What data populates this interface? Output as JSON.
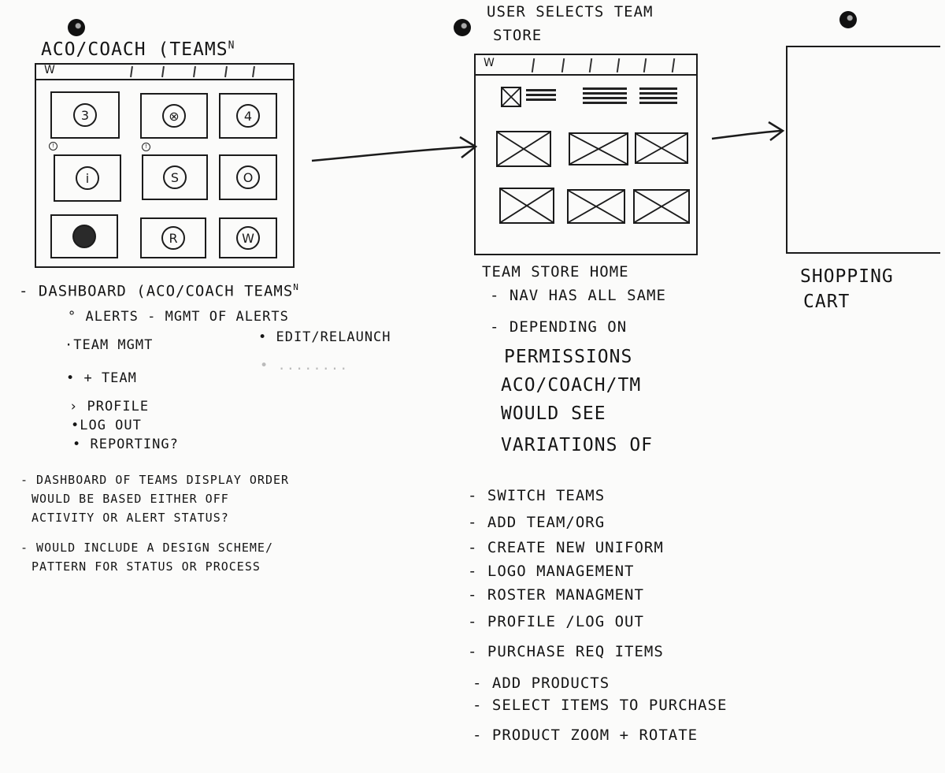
{
  "left": {
    "title": "ACO/COACH (TEAMS",
    "title_sup": "N",
    "browser_w": "W",
    "tiles": [
      "3",
      "⊗",
      "4",
      "i",
      "S",
      "O",
      "",
      "R",
      "W"
    ],
    "bullets": {
      "heading": "- DASHBOARD (ACO/COACH TEAMS",
      "heading_sup": "N",
      "alerts": "° ALERTS - MGMT OF ALERTS",
      "team_mgmt": "·TEAM MGMT",
      "edit_relaunch": "• EDIT/RELAUNCH",
      "add_team": "• + TEAM",
      "profile": "› PROFILE",
      "logout": "•LOG OUT",
      "reporting": "• REPORTING?"
    },
    "note1": [
      "- DASHBOARD OF TEAMS DISPLAY ORDER",
      "WOULD BE BASED EITHER OFF",
      "ACTIVITY OR ALERT STATUS?"
    ],
    "note2": [
      "- WOULD INCLUDE A DESIGN SCHEME/",
      "PATTERN FOR STATUS OR PROCESS"
    ]
  },
  "middle": {
    "title": [
      "USER SELECTS TEAM",
      "STORE"
    ],
    "browser_w": "W",
    "caption": "TEAM STORE HOME",
    "notes": [
      "- NAV HAS ALL SAME",
      "- DEPENDING ON",
      "PERMISSIONS",
      "ACO/COACH/TM",
      "WOULD SEE",
      "VARIATIONS OF"
    ],
    "features": [
      "- SWITCH TEAMS",
      "- ADD TEAM/ORG",
      "- CREATE NEW UNIFORM",
      "- LOGO MANAGEMENT",
      "- ROSTER MANAGMENT",
      "- PROFILE /LOG OUT",
      "- PURCHASE REQ ITEMS",
      "- ADD PRODUCTS",
      "- SELECT ITEMS TO PURCHASE",
      "- PRODUCT ZOOM + ROTATE"
    ]
  },
  "right": {
    "caption": [
      "SHOPPING",
      "CART"
    ]
  }
}
